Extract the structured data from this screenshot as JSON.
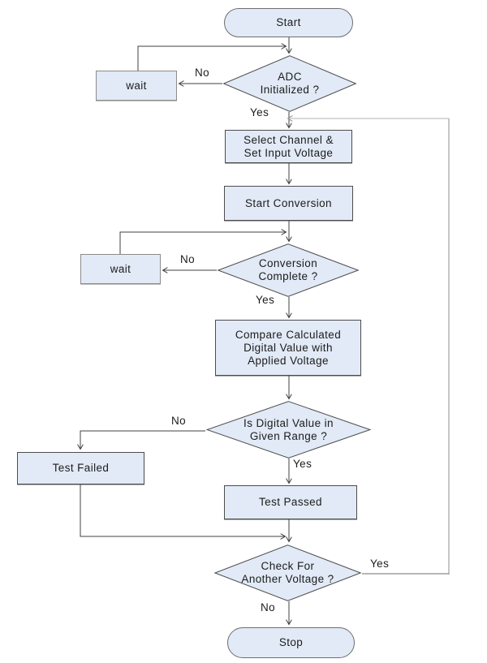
{
  "colors": {
    "node_fill": "#e1eaf6",
    "node_border": "#4c4c4c",
    "line": "#404040",
    "loop_line_vertical": "#8c8c8c",
    "loop_line_top": "#b2b2b2"
  },
  "nodes": {
    "start": {
      "type": "terminator",
      "label": "Start"
    },
    "adc_initialized": {
      "type": "decision",
      "lines": [
        "ADC",
        "Initialized ?"
      ]
    },
    "wait1": {
      "type": "process",
      "label": "wait"
    },
    "select_channel": {
      "type": "process",
      "lines": [
        "Select Channel &",
        "Set Input Voltage"
      ]
    },
    "start_conversion": {
      "type": "process",
      "label": "Start Conversion"
    },
    "conversion_complete": {
      "type": "decision",
      "lines": [
        "Conversion",
        "Complete ?"
      ]
    },
    "wait2": {
      "type": "process",
      "label": "wait"
    },
    "compare": {
      "type": "process",
      "lines": [
        "Compare Calculated",
        "Digital Value with",
        "Applied Voltage"
      ]
    },
    "digital_in_range": {
      "type": "decision",
      "lines": [
        "Is Digital Value in",
        "Given Range ?"
      ]
    },
    "test_failed": {
      "type": "process",
      "label": "Test Failed"
    },
    "test_passed": {
      "type": "process",
      "label": "Test Passed"
    },
    "check_another": {
      "type": "decision",
      "lines": [
        "Check For",
        "Another Voltage ?"
      ]
    },
    "stop": {
      "type": "terminator",
      "label": "Stop"
    }
  },
  "edge_labels": {
    "adc_no": "No",
    "adc_yes": "Yes",
    "conv_no": "No",
    "conv_yes": "Yes",
    "range_no": "No",
    "range_yes": "Yes",
    "another_yes": "Yes",
    "another_no": "No"
  }
}
